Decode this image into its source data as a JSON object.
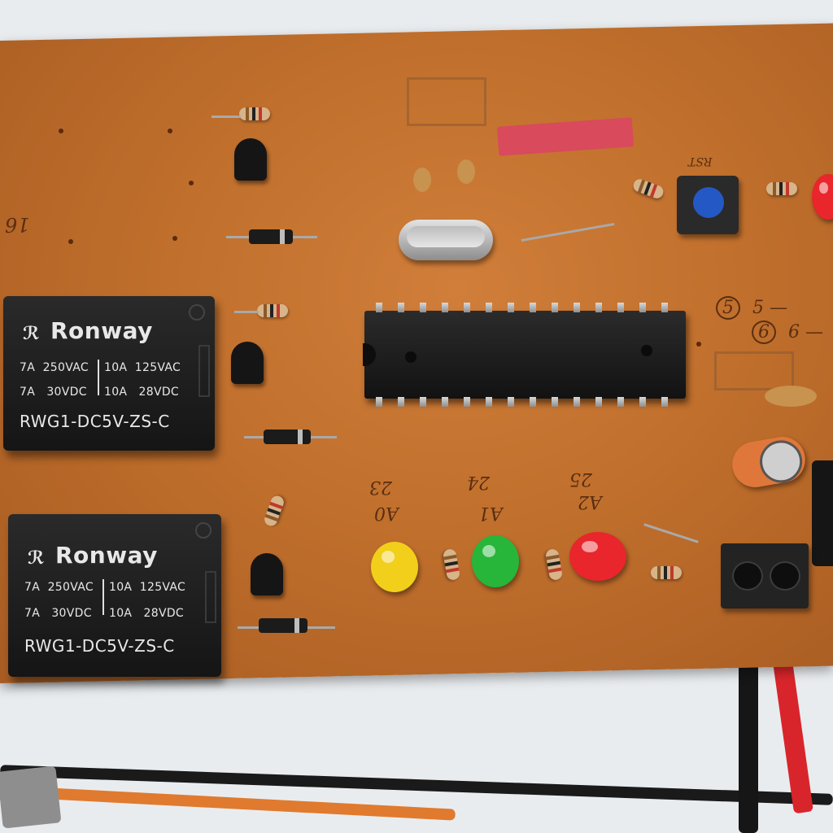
{
  "scene": {
    "subject": "pcb-board",
    "board_color": "#c06f2c",
    "background_color": "#e9ecef"
  },
  "relays": [
    {
      "brand": "Ronway",
      "spec_line1_left": "7A  250VAC",
      "spec_line1_right": "10A  125VAC",
      "spec_line2_left": "7A   30VDC",
      "spec_line2_right": "10A   28VDC",
      "model": "RWG1-DC5V-ZS-C"
    },
    {
      "brand": "Ronway",
      "spec_line1_left": "7A  250VAC",
      "spec_line1_right": "10A  125VAC",
      "spec_line2_left": "7A   30VDC",
      "spec_line2_right": "10A   28VDC",
      "model": "RWG1-DC5V-ZS-C"
    }
  ],
  "handwritten": {
    "led_labels": [
      "A0",
      "A1",
      "A2"
    ],
    "led_numbers": [
      "23",
      "24",
      "25"
    ],
    "pin_notes": [
      "5",
      "6"
    ],
    "left_edge_number": "16",
    "reset_label": "RST"
  },
  "leds": [
    {
      "color_name": "yellow",
      "color": "#f2cf1a"
    },
    {
      "color_name": "green",
      "color": "#27b53a"
    },
    {
      "color_name": "red",
      "color": "#e8262c"
    }
  ]
}
